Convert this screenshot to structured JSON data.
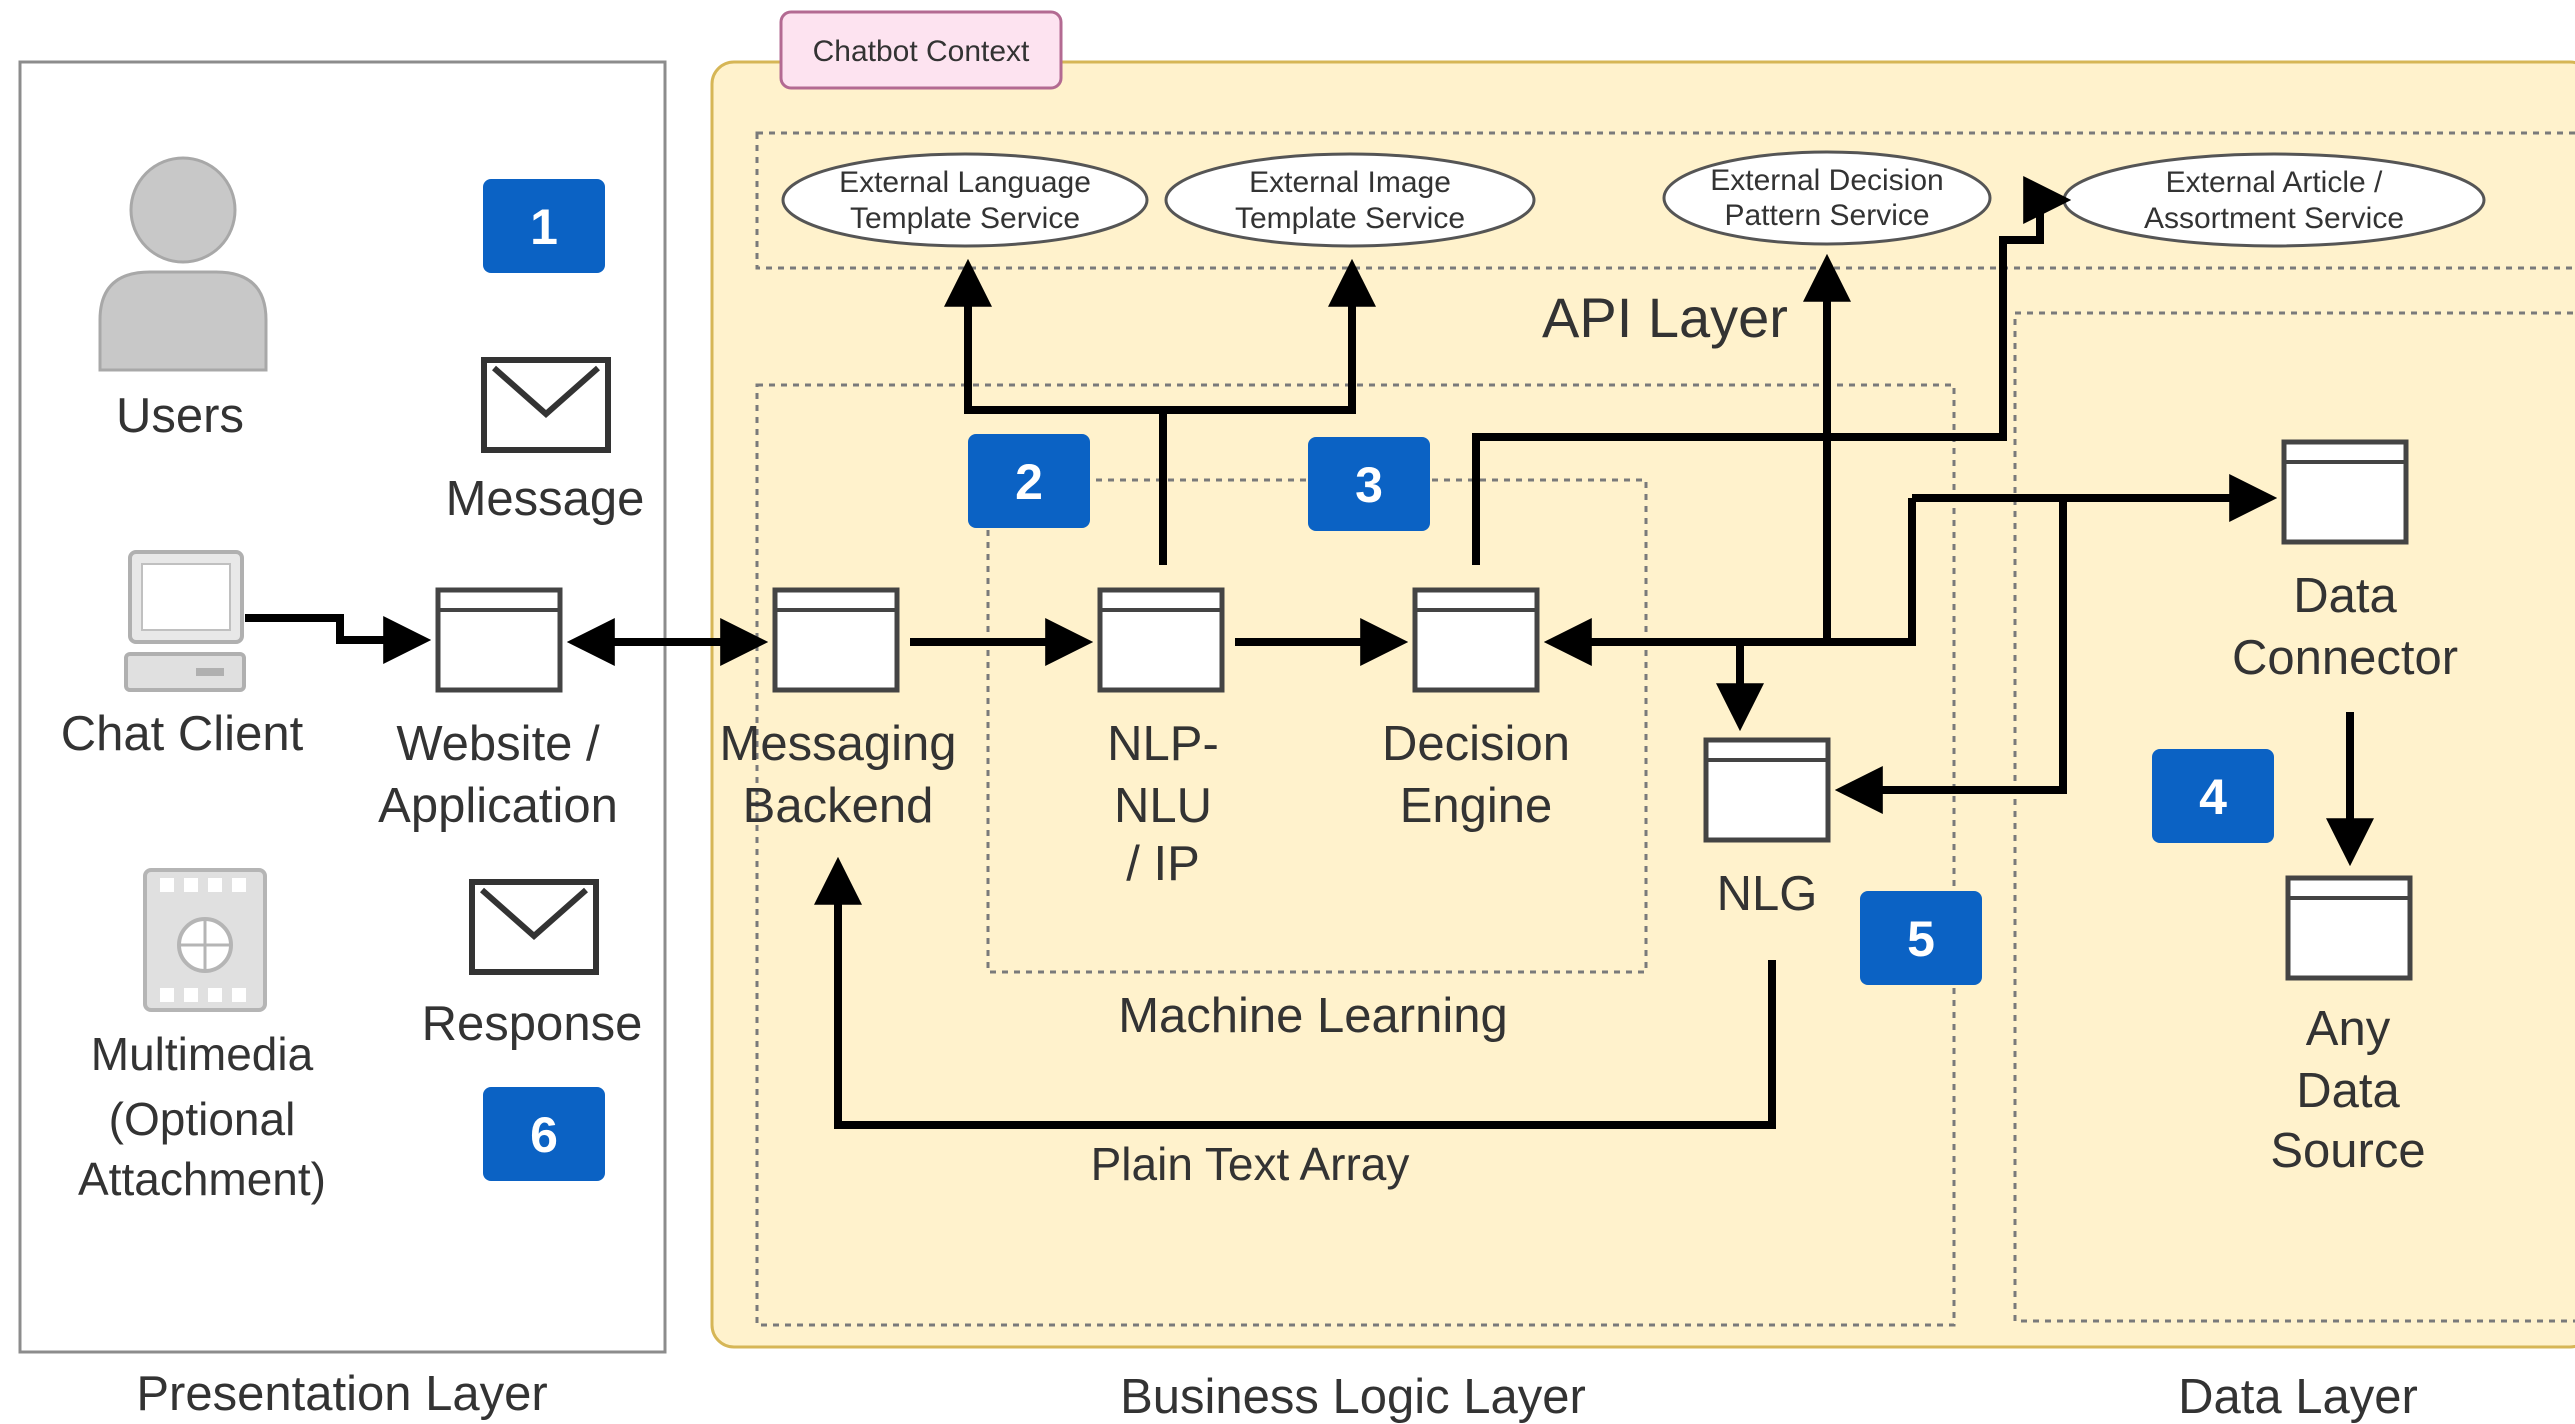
{
  "context_tag": "Chatbot Context",
  "layers": {
    "presentation": "Presentation Layer",
    "business": "Business Logic Layer",
    "data": "Data Layer"
  },
  "api_layer": "API Layer",
  "machine_learning": "Machine Learning",
  "presentation": {
    "users": "Users",
    "message": "Message",
    "chat_client": "Chat Client",
    "website_line1": "Website /",
    "website_line2": "Application",
    "multimedia_line1": "Multimedia",
    "multimedia_line2": "(Optional",
    "multimedia_line3": "Attachment)",
    "response": "Response"
  },
  "services": {
    "lang_line1": "External Language",
    "lang_line2": "Template Service",
    "image_line1": "External Image",
    "image_line2": "Template Service",
    "decision_line1": "External Decision",
    "decision_line2": "Pattern Service",
    "article_line1": "External Article /",
    "article_line2": "Assortment Service"
  },
  "components": {
    "messaging_line1": "Messaging",
    "messaging_line2": "Backend",
    "nlp_line1": "NLP-",
    "nlp_line2": "NLU",
    "nlp_line3": "/ IP",
    "decision_line1": "Decision",
    "decision_line2": "Engine",
    "nlg": "NLG",
    "connector_line1": "Data",
    "connector_line2": "Connector",
    "source_line1": "Any",
    "source_line2": "Data",
    "source_line3": "Source"
  },
  "plain_text_array": "Plain Text Array",
  "badges": [
    "1",
    "2",
    "3",
    "4",
    "5",
    "6"
  ],
  "colors": {
    "panel_fill": "#fff2cc",
    "panel_stroke": "#d6b656",
    "badge": "#0b62c4",
    "tag_fill": "#fde3f0",
    "tag_stroke": "#b36a92"
  }
}
